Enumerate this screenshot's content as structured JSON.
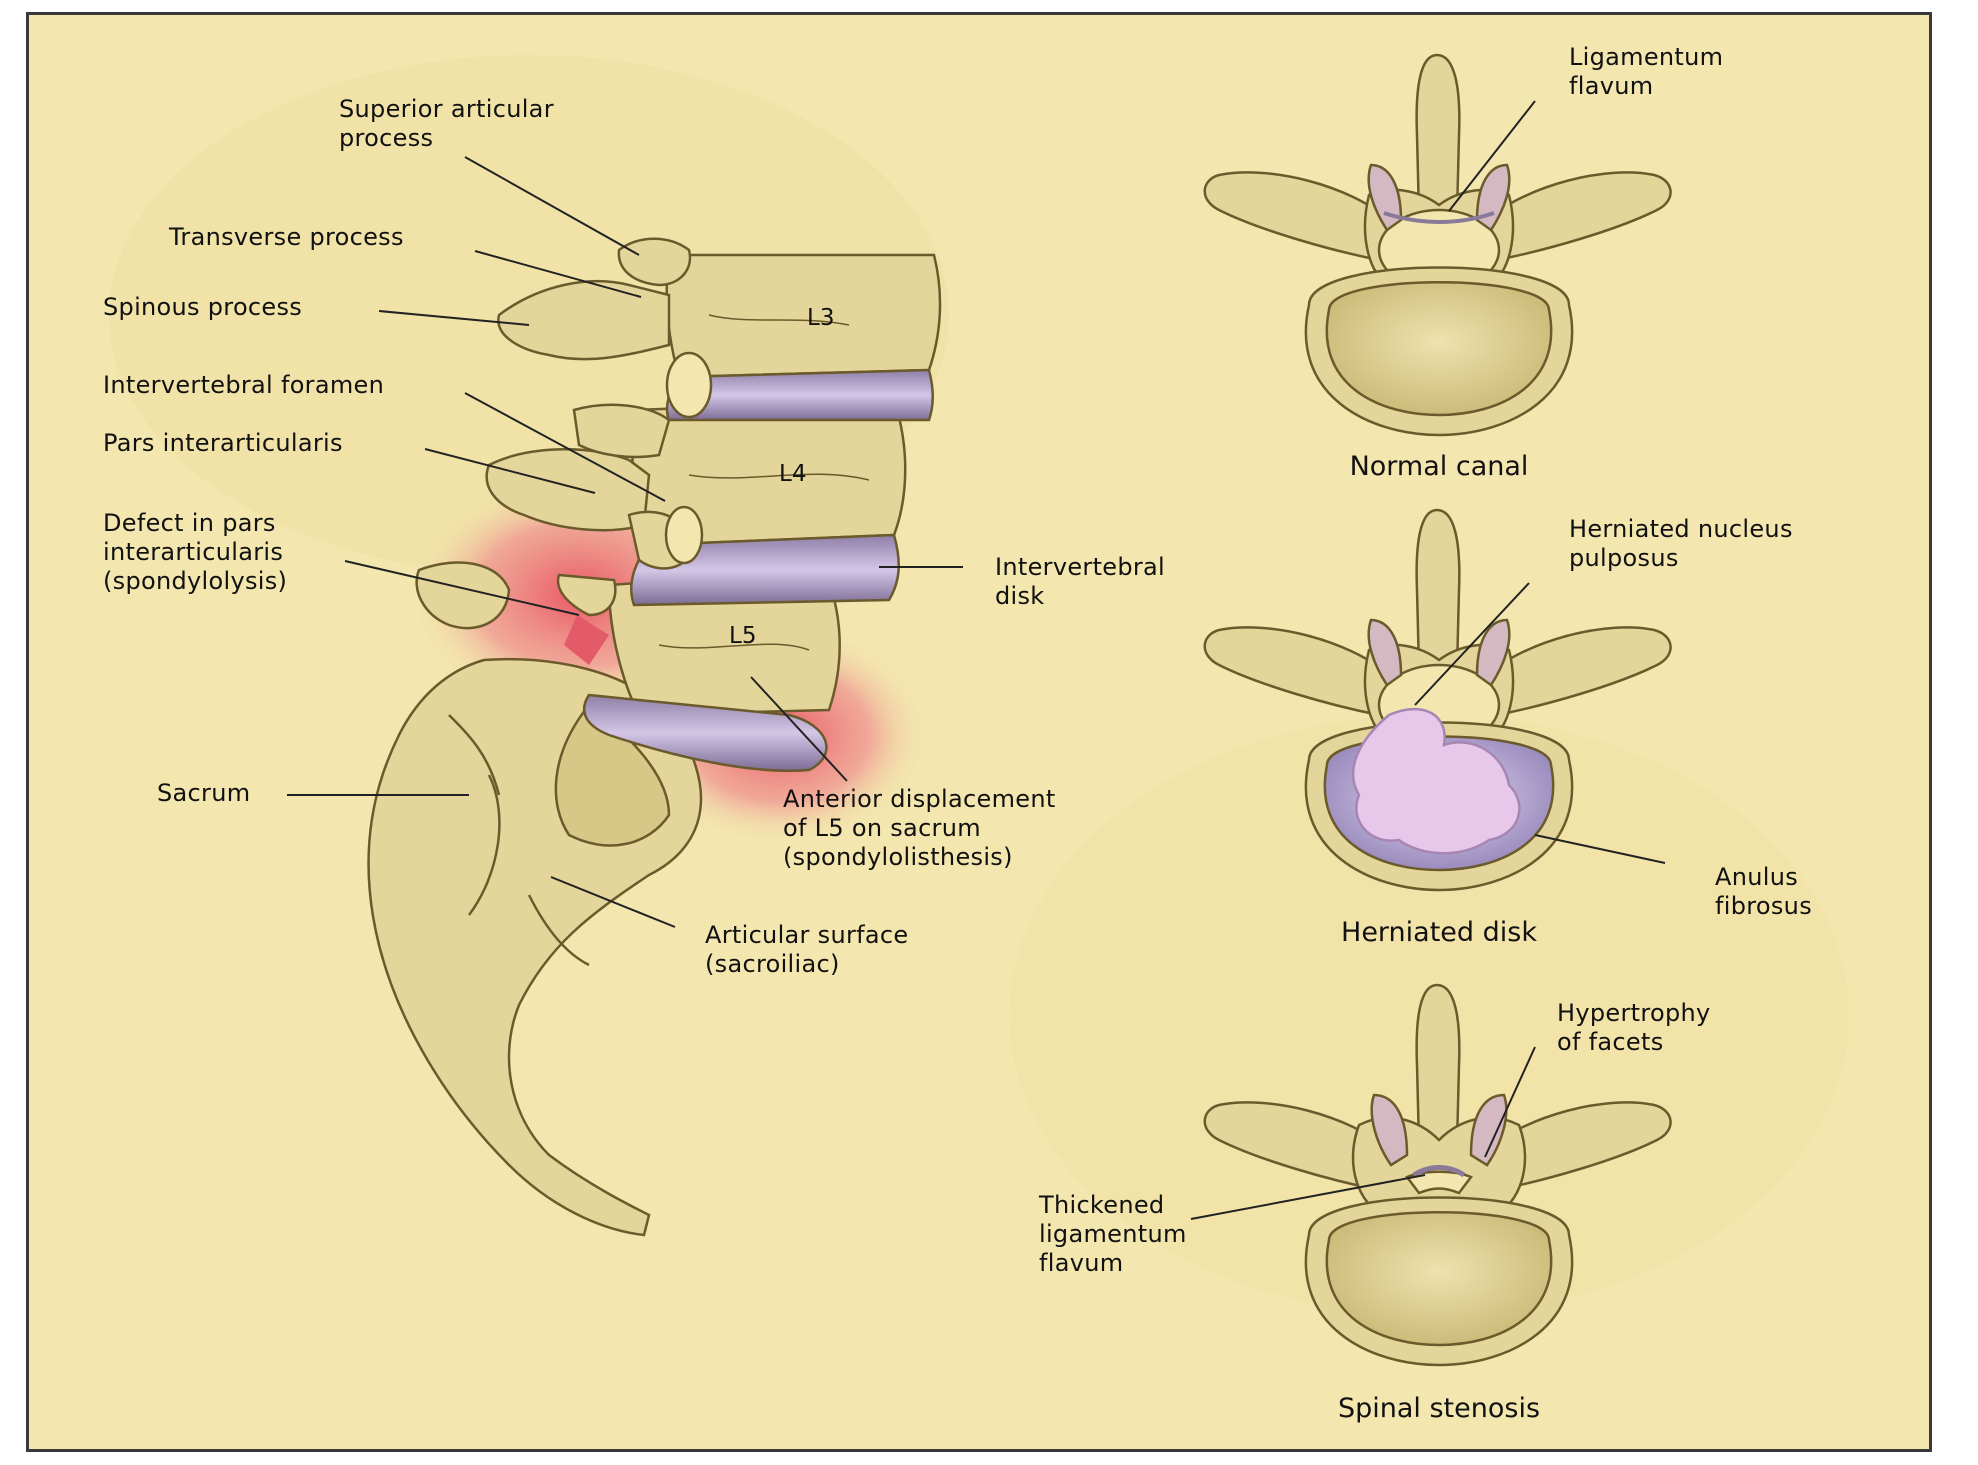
{
  "background_color": "#f3e6ae",
  "bone_color": "#e4d69a",
  "disk_color": "#b9a4d6",
  "highlight_color": "#e8505f",
  "side_view": {
    "vertebra_labels": [
      "L3",
      "L4",
      "L5"
    ],
    "labels": {
      "superior_articular": "Superior articular\nprocess",
      "transverse": "Transverse process",
      "spinous": "Spinous process",
      "foramen": "Intervertebral foramen",
      "pars": "Pars interarticularis",
      "defect": "Defect in pars\ninterarticularis\n(spondylolysis)",
      "disk": "Intervertebral\ndisk",
      "sacrum": "Sacrum",
      "anterior_displacement": "Anterior displacement\nof L5 on sacrum\n(spondylolisthesis)",
      "articular_surface": "Articular surface\n(sacroiliac)"
    }
  },
  "axial_views": {
    "normal": {
      "caption": "Normal canal",
      "label": "Ligamentum\nflavum"
    },
    "herniated": {
      "caption": "Herniated disk",
      "nucleus_label": "Herniated nucleus\npulposus",
      "anulus_label": "Anulus\nfibrosus"
    },
    "stenosis": {
      "caption": "Spinal stenosis",
      "facets_label": "Hypertrophy\nof facets",
      "ligament_label": "Thickened\nligamentum\nflavum"
    }
  }
}
